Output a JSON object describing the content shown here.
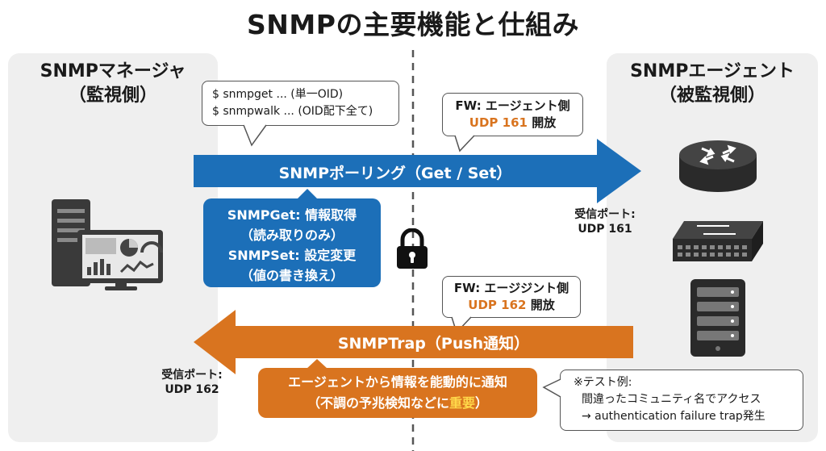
{
  "title": "SNMPの主要機能と仕組み",
  "manager": {
    "title_line1": "SNMPマネージャ",
    "title_line2": "（監視側）"
  },
  "agent": {
    "title_line1": "SNMPエージェント",
    "title_line2": "（被監視側）"
  },
  "commands": {
    "line1": "$ snmpget ... (単一OID)",
    "line2": "$ snmpwalk ... (OID配下全て)"
  },
  "fw_agent": {
    "title": "FW: エージェント側",
    "port": "UDP 161",
    "open": " 開放"
  },
  "fw_manager": {
    "title": "FW: エージジント側",
    "port": "UDP 162",
    "open": " 開放"
  },
  "polling_arrow": {
    "label": "SNMPポーリング（Get / Set）"
  },
  "trap_arrow": {
    "label": "SNMPTrap（Push通知）"
  },
  "polling_box": {
    "line1": "SNMPGet: 情報取得",
    "line2": "（読み取りのみ）",
    "line3": "SNMPSet: 設定変更",
    "line4": "（値の書き換え）"
  },
  "trap_box": {
    "line1": "エージェントから情報を能動的に通知",
    "line2_prefix": "（不調の予兆検知などに",
    "line2_highlight": "重要",
    "line2_suffix": "）"
  },
  "agent_port": {
    "line1": "受信ポート:",
    "line2": "UDP 161"
  },
  "manager_port": {
    "line1": "受信ポート:",
    "line2": "UDP 162"
  },
  "test_example": {
    "line1": "※テスト例:",
    "line2": "間違ったコミュニティ名でアクセス",
    "line3": "→ authentication failure trap発生"
  },
  "icons": [
    "monitor-server-icon",
    "router-icon",
    "switch-icon",
    "server-icon",
    "lock-icon"
  ],
  "colors": {
    "blue": "#1c6fb8",
    "orange": "#d9741f",
    "highlight": "#ffd84a",
    "panel": "#efefef"
  }
}
